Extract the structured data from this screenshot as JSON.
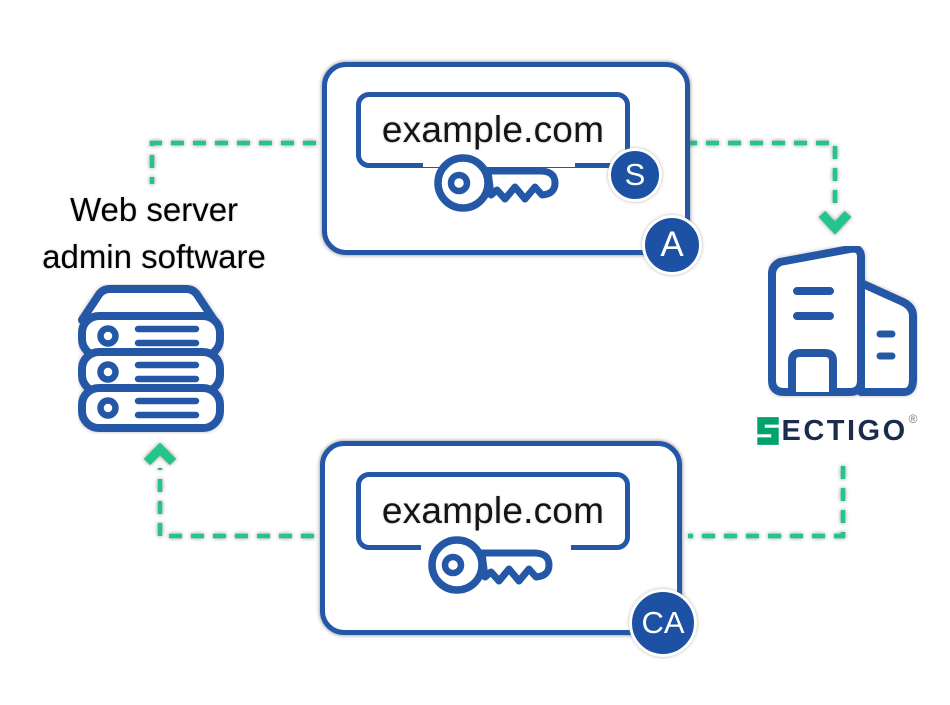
{
  "labels": {
    "web_server": {
      "line1": "Web server",
      "line2": "admin software"
    },
    "csr_box": {
      "domain": "example.com",
      "key_badge": "S",
      "corner_badge": "A"
    },
    "cert_box": {
      "domain": "example.com",
      "corner_badge": "CA"
    },
    "sectigo": {
      "first_letter": "S",
      "rest": "ECTIGO",
      "reg_mark": "®"
    }
  },
  "icons": {
    "key": "key-icon",
    "server": "server-stack-icon",
    "building": "ca-building-icon",
    "arrowhead": "chevron-arrowhead"
  },
  "colors": {
    "blue": "#2458A7",
    "badge_blue": "#1D51A3",
    "green": "#24C48B",
    "navy": "#1B2B4C",
    "logo_green": "#00A36D",
    "ink": "#141414"
  }
}
